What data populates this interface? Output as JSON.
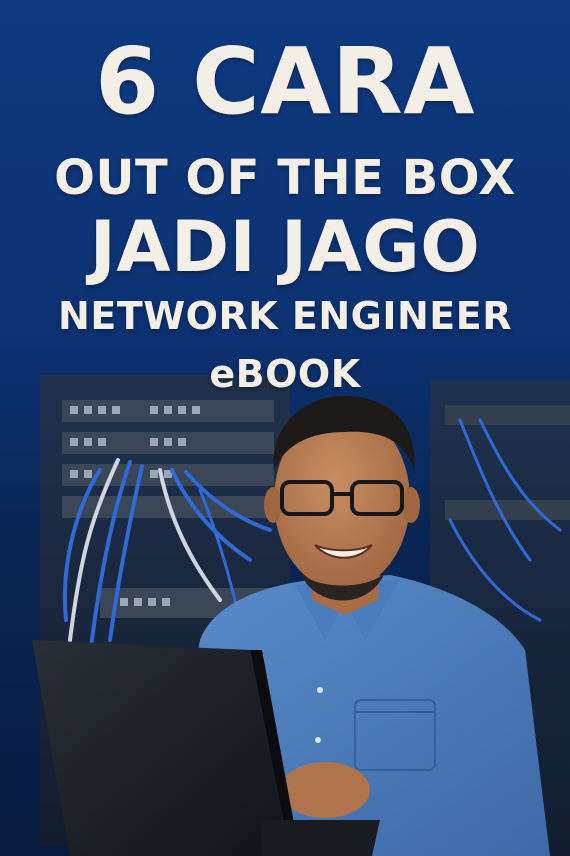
{
  "cover": {
    "title_line1": "6 CARA",
    "title_line2": "OUT OF THE BOX",
    "title_line3": "JADI JAGO",
    "title_line4": "NETWORK ENGINEER",
    "title_line5": "eBOOK"
  },
  "colors": {
    "background": "#0c3272",
    "title_text": "#f3efe6",
    "shirt": "#4f7fbd",
    "cable": "#2f6ad6",
    "laptop": "#1c1f25"
  }
}
